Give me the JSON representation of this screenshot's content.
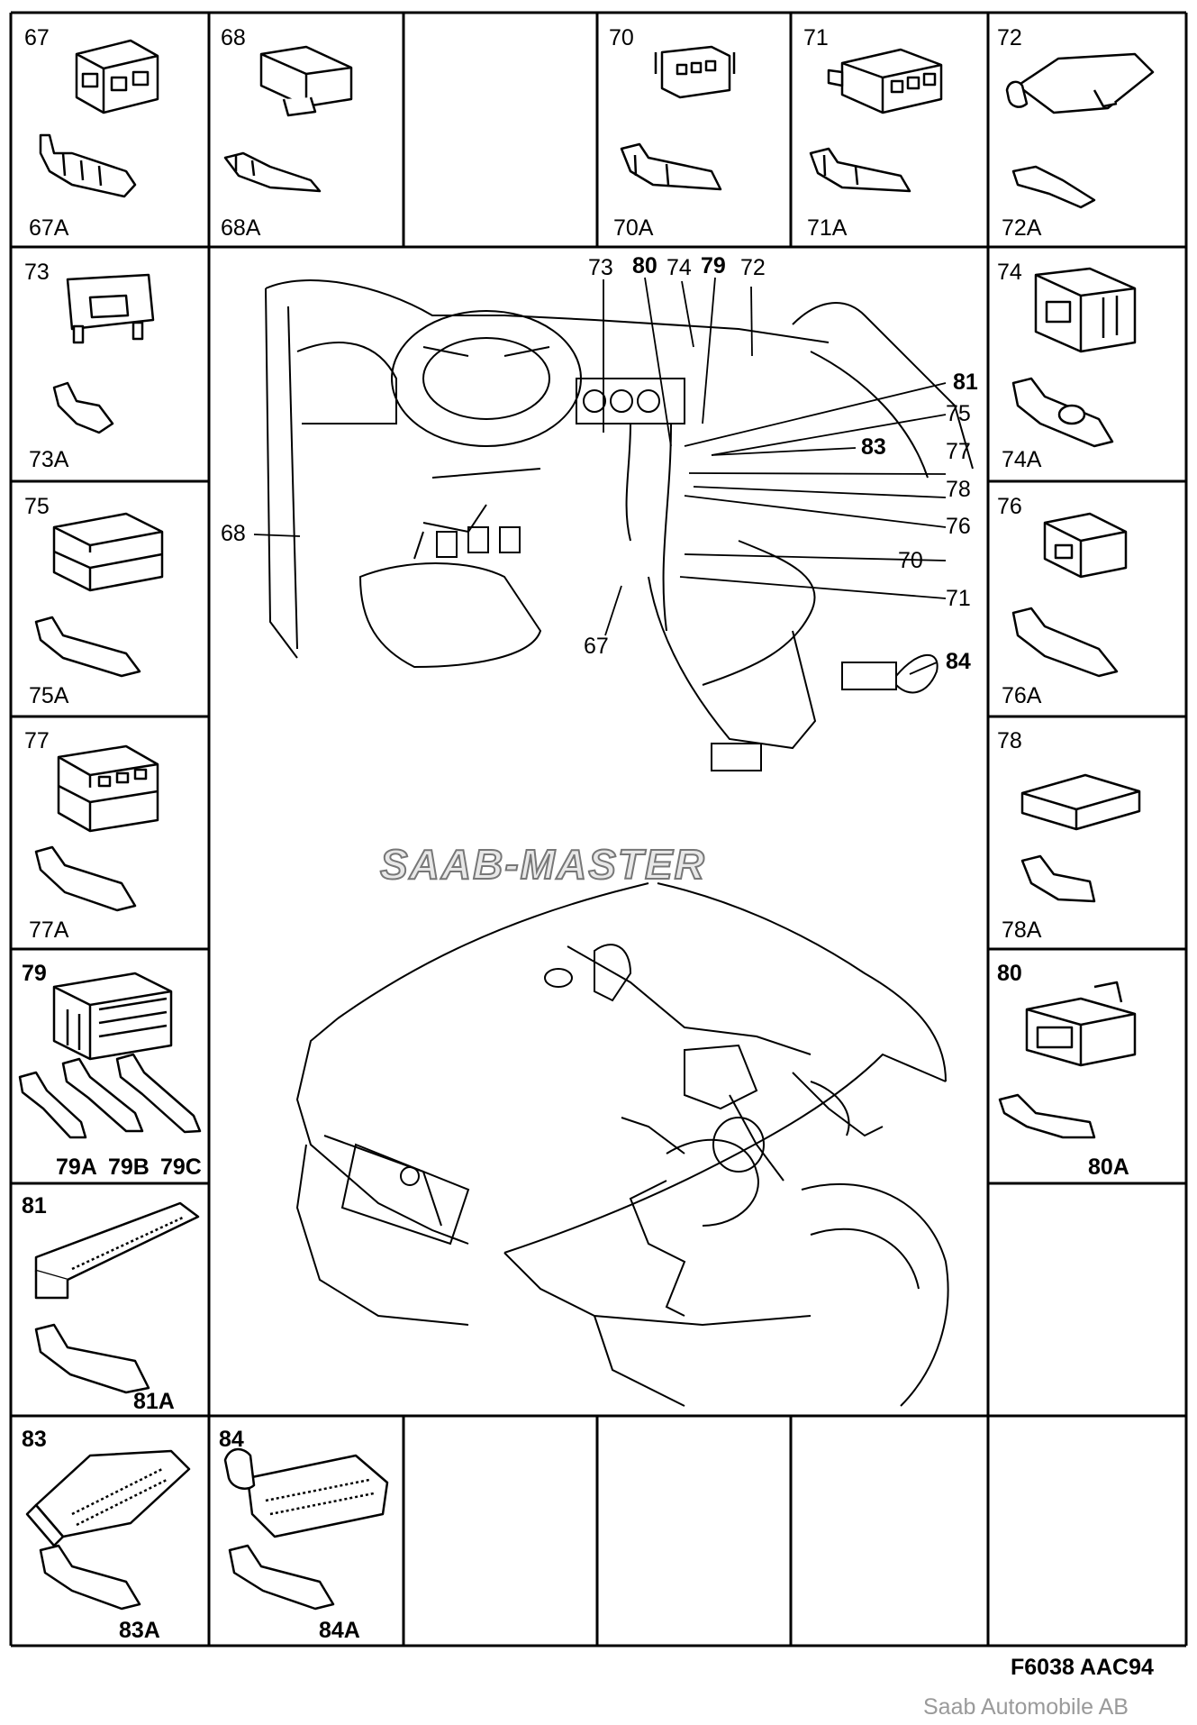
{
  "watermark": "SAAB-MASTER",
  "footer": {
    "code": "F6038 AAC94",
    "copyright": "Saab Automobile AB"
  },
  "panels": {
    "p67": {
      "num": "67",
      "sub": "67A"
    },
    "p68": {
      "num": "68",
      "sub": "68A"
    },
    "p70": {
      "num": "70",
      "sub": "70A"
    },
    "p71": {
      "num": "71",
      "sub": "71A"
    },
    "p72": {
      "num": "72",
      "sub": "72A"
    },
    "p73": {
      "num": "73",
      "sub": "73A"
    },
    "p74": {
      "num": "74",
      "sub": "74A"
    },
    "p75": {
      "num": "75",
      "sub": "75A"
    },
    "p76": {
      "num": "76",
      "sub": "76A"
    },
    "p77": {
      "num": "77",
      "sub": "77A"
    },
    "p78": {
      "num": "78",
      "sub": "78A"
    },
    "p79": {
      "num": "79",
      "sub_a": "79A",
      "sub_b": "79B",
      "sub_c": "79C"
    },
    "p80": {
      "num": "80",
      "sub": "80A"
    },
    "p81": {
      "num": "81",
      "sub": "81A"
    },
    "p83": {
      "num": "83",
      "sub": "83A"
    },
    "p84": {
      "num": "84",
      "sub": "84A"
    }
  },
  "callouts": {
    "c73": "73",
    "c80": "80",
    "c74": "74",
    "c79": "79",
    "c72": "72",
    "c81": "81",
    "c75": "75",
    "c83": "83",
    "c77": "77",
    "c78": "78",
    "c76": "76",
    "c70": "70",
    "c71": "71",
    "c84": "84",
    "c68": "68",
    "c67": "67"
  }
}
